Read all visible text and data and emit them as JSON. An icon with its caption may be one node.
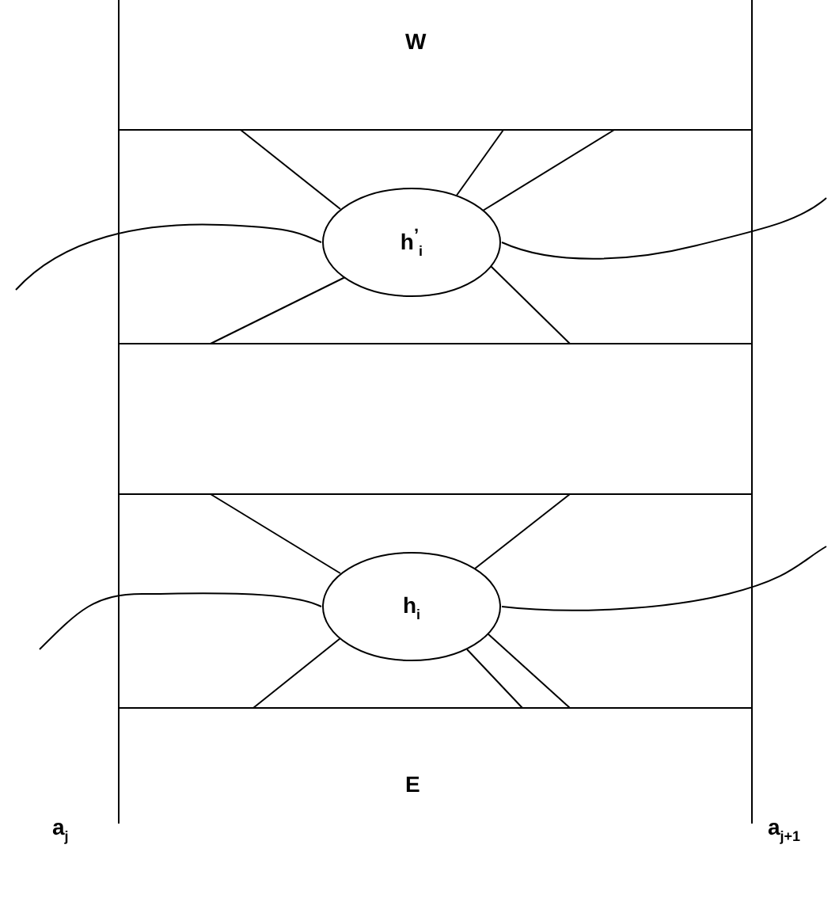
{
  "diagram": {
    "nodes": [
      {
        "text": [
          "h$^{’}$$_{i}$"
        ]
      },
      {
        "text": [
          "h$_{i}$"
        ]
      }
    ],
    "edges": [
      {
        "from": null,
        "to": 0,
        "arrow": "none"
      },
      {
        "from": 0,
        "to": null,
        "arrow": "none"
      },
      {
        "from": null,
        "to": 1,
        "arrow": "none"
      },
      {
        "from": 1,
        "to": null,
        "arrow": "none"
      }
    ],
    "labels": [
      "W",
      "E",
      "a$_{j}$",
      "a$_{j+1}$"
    ]
  }
}
